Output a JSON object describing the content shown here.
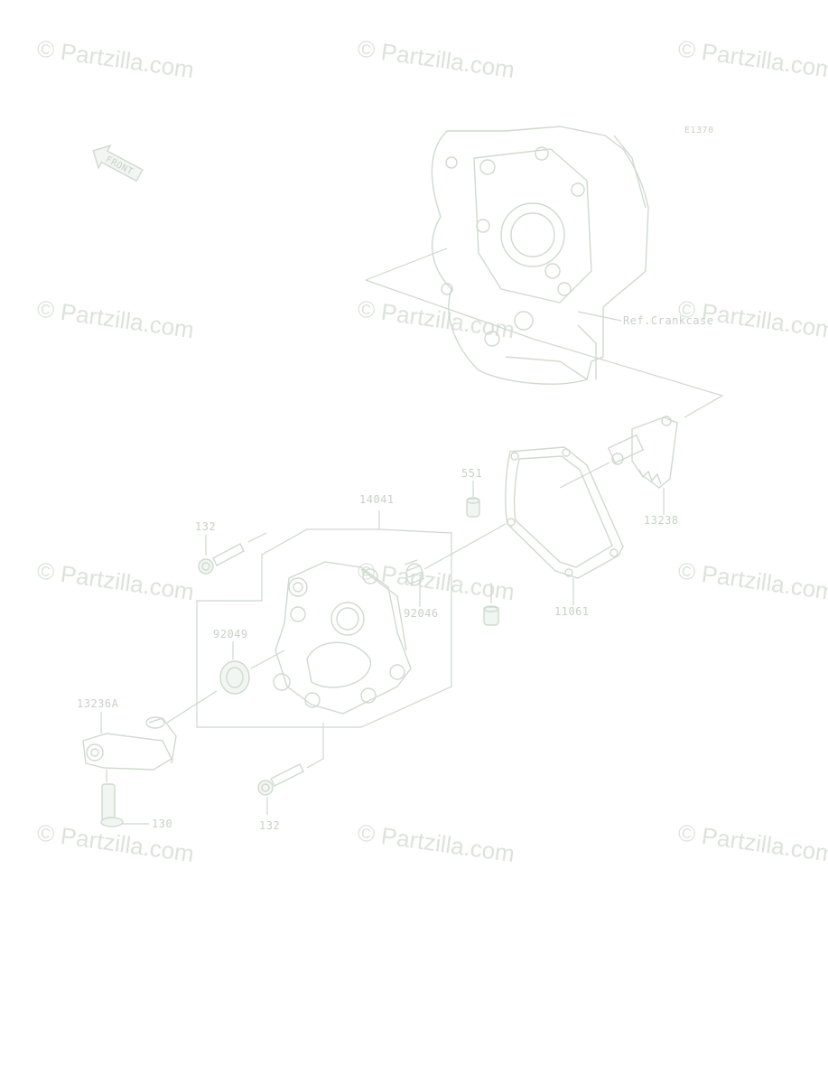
{
  "diagram": {
    "code": "E1370",
    "front_label": "FRONT",
    "reference": "Ref.Crankcase",
    "watermark": "© Partzilla.com",
    "parts": {
      "p551": "551",
      "p14041": "14041",
      "p132_top": "132",
      "p92046": "92046",
      "p92049": "92049",
      "p13236A": "13236A",
      "p130": "130",
      "p132_bottom": "132",
      "p11061": "11061",
      "p13238": "13238"
    }
  },
  "colors": {
    "line": "#cfdacf",
    "label": "#c5d2c5",
    "watermark": "#dbe3db"
  }
}
